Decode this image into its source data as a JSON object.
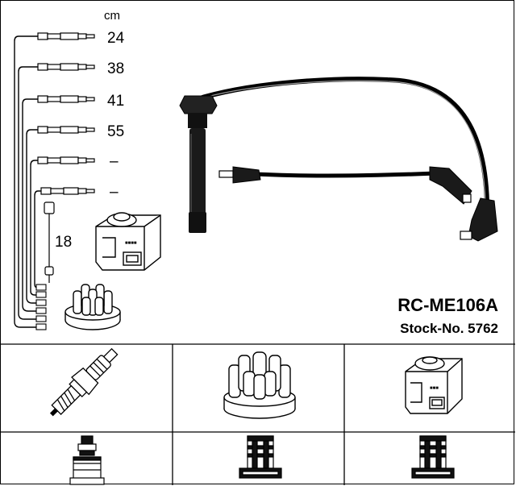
{
  "diagram": {
    "unit_label": "cm",
    "wire_lengths": [
      "24",
      "38",
      "41",
      "55",
      "–",
      "–"
    ],
    "coil_wire_length": "18",
    "title": "RC-ME106A",
    "stock_number": "Stock-No. 5762"
  }
}
